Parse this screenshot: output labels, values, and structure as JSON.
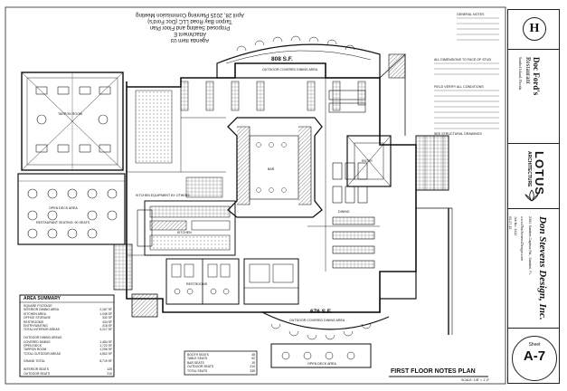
{
  "attachment": {
    "firm": "Agenda Item 03",
    "line1": "Attachment E",
    "line2": "Proposed Seating and Floor Plan",
    "line3": "Tarpon Bay Road LLC (Doc Ford's)",
    "line4": "April 28, 2015 Planning Commission Meeting"
  },
  "plan": {
    "sheet_title": "FIRST FLOOR NOTES PLAN",
    "scale": "SCALE: 1/8\" = 1'-0\"",
    "top_area": "808 S.F.",
    "bottom_area": "676 S.F.",
    "outdoor_top": "OUTDOOR COVERED DINING AREA",
    "outdoor_bottom": "OUTDOOR COVERED DINING AREA",
    "tarpon_room": "TARPON ROOM",
    "open_deck": "OPEN DECK AREA",
    "open_deck_2": "OPEN DECK AREA",
    "kitchen": "KITCHEN",
    "bar": "BAR",
    "dining": "DINING",
    "entry": "ENTRY",
    "restrooms": "RESTROOMS",
    "seating_note": "RESTAURANT SEATING: 90 SEATS"
  },
  "area_summary": {
    "title": "AREA SUMMARY",
    "rows": [
      {
        "label": "SQUARE FOOTAGE",
        "value": ""
      },
      {
        "label": "INTERIOR DINING AREA",
        "value": "2,187 SF"
      },
      {
        "label": "KITCHEN AREA",
        "value": "1,046 SF"
      },
      {
        "label": "OFFICE STORAGE",
        "value": "332 SF"
      },
      {
        "label": "RESTROOMS",
        "value": "434 SF"
      },
      {
        "label": "ENTRY/WAITING",
        "value": "218 SF"
      },
      {
        "label": "TOTAL INTERIOR AREAS",
        "value": "4,217 SF"
      },
      {
        "label": "",
        "value": ""
      },
      {
        "label": "OUTDOOR DINING AREAS",
        "value": ""
      },
      {
        "label": "COVERED DINING",
        "value": "1,484 SF"
      },
      {
        "label": "OPEN DECK",
        "value": "1,722 SF"
      },
      {
        "label": "TARPON ROOM",
        "value": "1,296 SF"
      },
      {
        "label": "TOTAL OUTDOOR AREAS",
        "value": "4,502 SF"
      },
      {
        "label": "",
        "value": ""
      },
      {
        "label": "GRAND TOTAL",
        "value": "8,719 SF"
      },
      {
        "label": "",
        "value": ""
      },
      {
        "label": "INTERIOR SEATS",
        "value": "125"
      },
      {
        "label": "OUTDOOR SEATS",
        "value": "210"
      }
    ]
  },
  "seats_summary": {
    "rows": [
      {
        "label": "BOOTH SEATS",
        "value": "48"
      },
      {
        "label": "TABLE SEATS",
        "value": "62"
      },
      {
        "label": "BAR SEATS",
        "value": "15"
      },
      {
        "label": "OUTDOOR SEATS",
        "value": "210"
      },
      {
        "label": "TOTAL SEATS",
        "value": "335"
      }
    ]
  },
  "notes": {
    "n1": "GENERAL NOTES",
    "n2": "ALL DIMENSIONS TO FACE OF STUD",
    "n3": "FIELD VERIFY ALL CONDITIONS",
    "n4": "SEE STRUCTURAL DRAWINGS",
    "n5": "KITCHEN EQUIPMENT BY OTHERS"
  },
  "title_block": {
    "seal": "H",
    "project_line1": "Doc Ford's",
    "project_line2": "Restaurant",
    "project_line3": "Sanibel Island, Florida",
    "firm_logo": "LOTUS",
    "firm_sub": "ARCHITECTURE",
    "designer": "Don Stevens Design, Inc.",
    "designer_addr": "2281 Sanibel-Captiva Rd., Sanibel, FL",
    "designer_web": "www.DonStevensDesign.com",
    "sheet_label": "Sheet",
    "sheet_no": "A-7",
    "date": "03-27-15",
    "job": "Job No. 1412"
  }
}
